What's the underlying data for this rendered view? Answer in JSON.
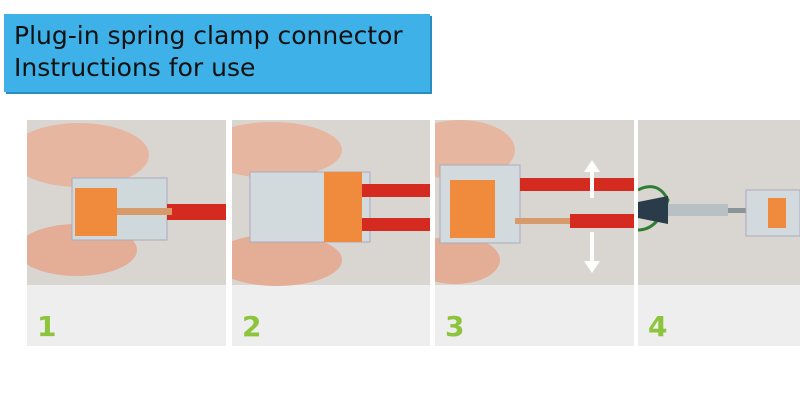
{
  "header": {
    "title_line1": "Plug-in spring clamp connector",
    "title_line2": "Instructions for use"
  },
  "steps": [
    {
      "number": "1"
    },
    {
      "number": "2"
    },
    {
      "number": "3"
    },
    {
      "number": "4"
    }
  ],
  "colors": {
    "banner": "#3db1e8",
    "step_number": "#8cc43c",
    "wire": "#d42a1f",
    "lever": "#f08a3c"
  }
}
